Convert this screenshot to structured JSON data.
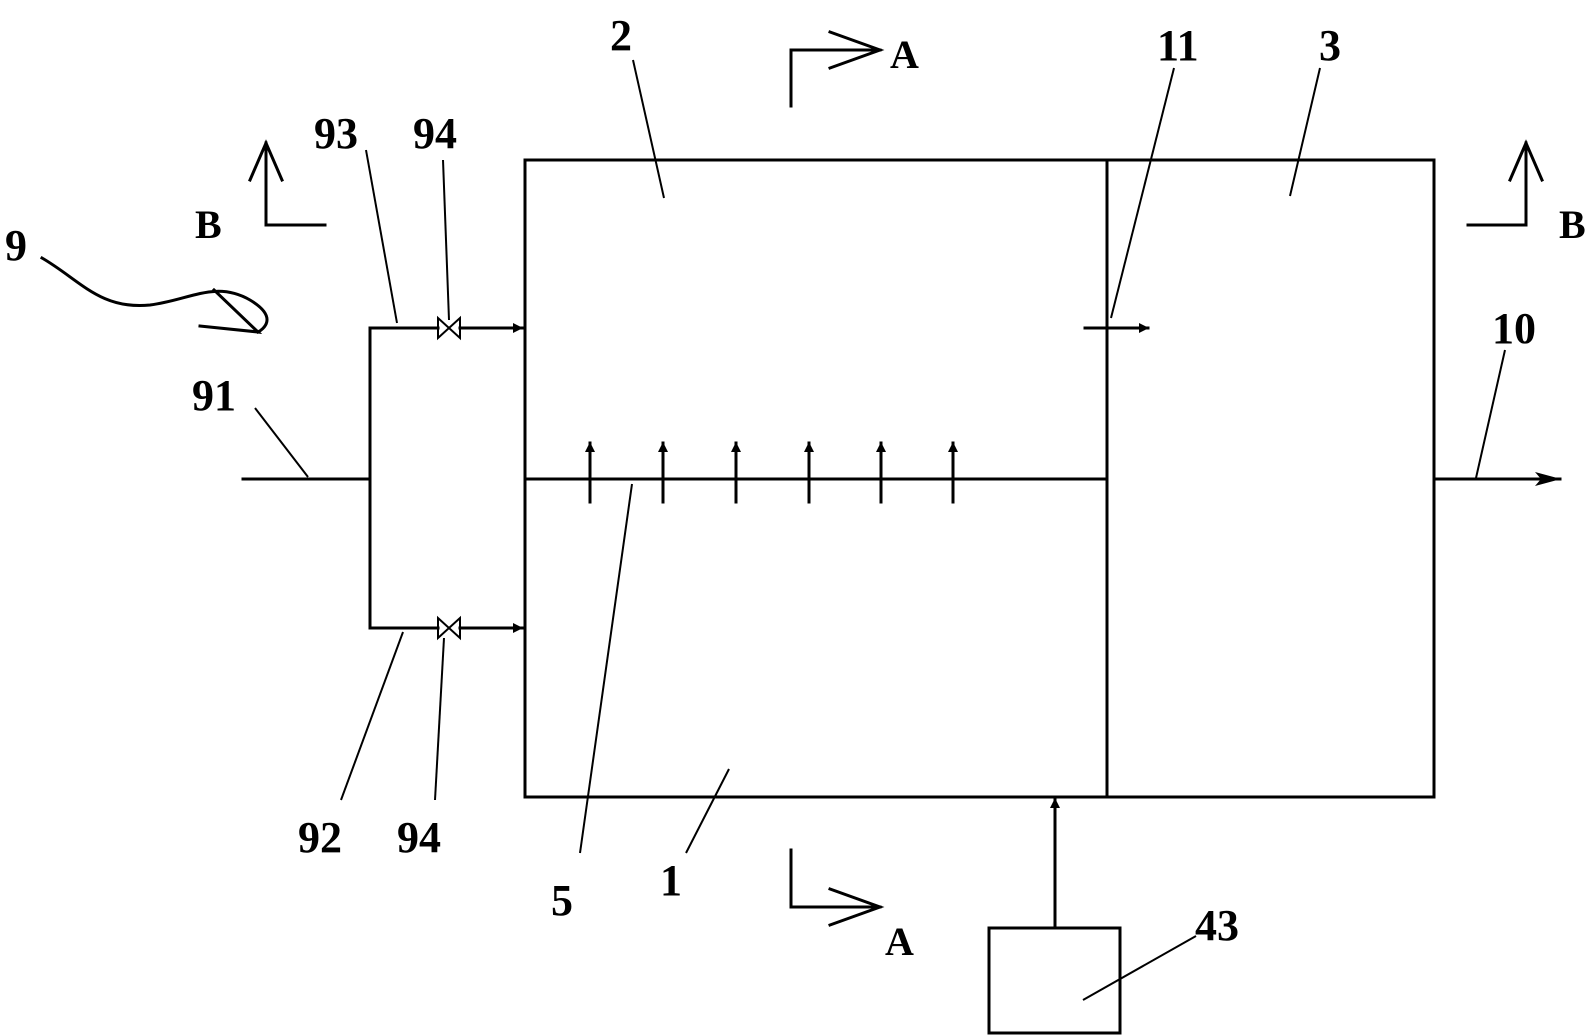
{
  "labels": {
    "l9": "9",
    "l91": "91",
    "l92": "92",
    "l93": "93",
    "l94_top": "94",
    "l94_bottom": "94",
    "l2": "2",
    "l11": "11",
    "l3": "3",
    "l10": "10",
    "l5": "5",
    "l1": "1",
    "l43": "43"
  },
  "section_marks": {
    "a_top": "A",
    "a_bottom": "A",
    "b_left": "B",
    "b_right": "B"
  },
  "colors": {
    "line": "#000000",
    "background": "#ffffff"
  }
}
